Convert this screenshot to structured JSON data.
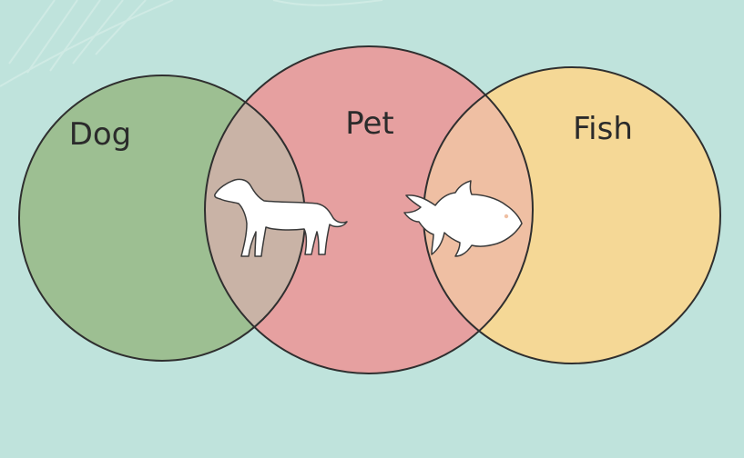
{
  "diagram": {
    "type": "venn",
    "sets": [
      {
        "id": "dog",
        "label": "Dog",
        "color": "#9dbf92"
      },
      {
        "id": "pet",
        "label": "Pet",
        "color": "#e6a0a0"
      },
      {
        "id": "fish",
        "label": "Fish",
        "color": "#f5d896"
      }
    ],
    "overlaps": [
      {
        "sets": [
          "dog",
          "pet"
        ],
        "color": "#c9b3a6",
        "icon": "dog-icon"
      },
      {
        "sets": [
          "pet",
          "fish"
        ],
        "color": "#efbfa3",
        "icon": "goldfish-icon"
      }
    ]
  },
  "colors": {
    "background": "#bfe3dc",
    "background_pattern": "#d3ece6",
    "outline": "#2f2f2f",
    "icon_fill": "#ffffff"
  }
}
